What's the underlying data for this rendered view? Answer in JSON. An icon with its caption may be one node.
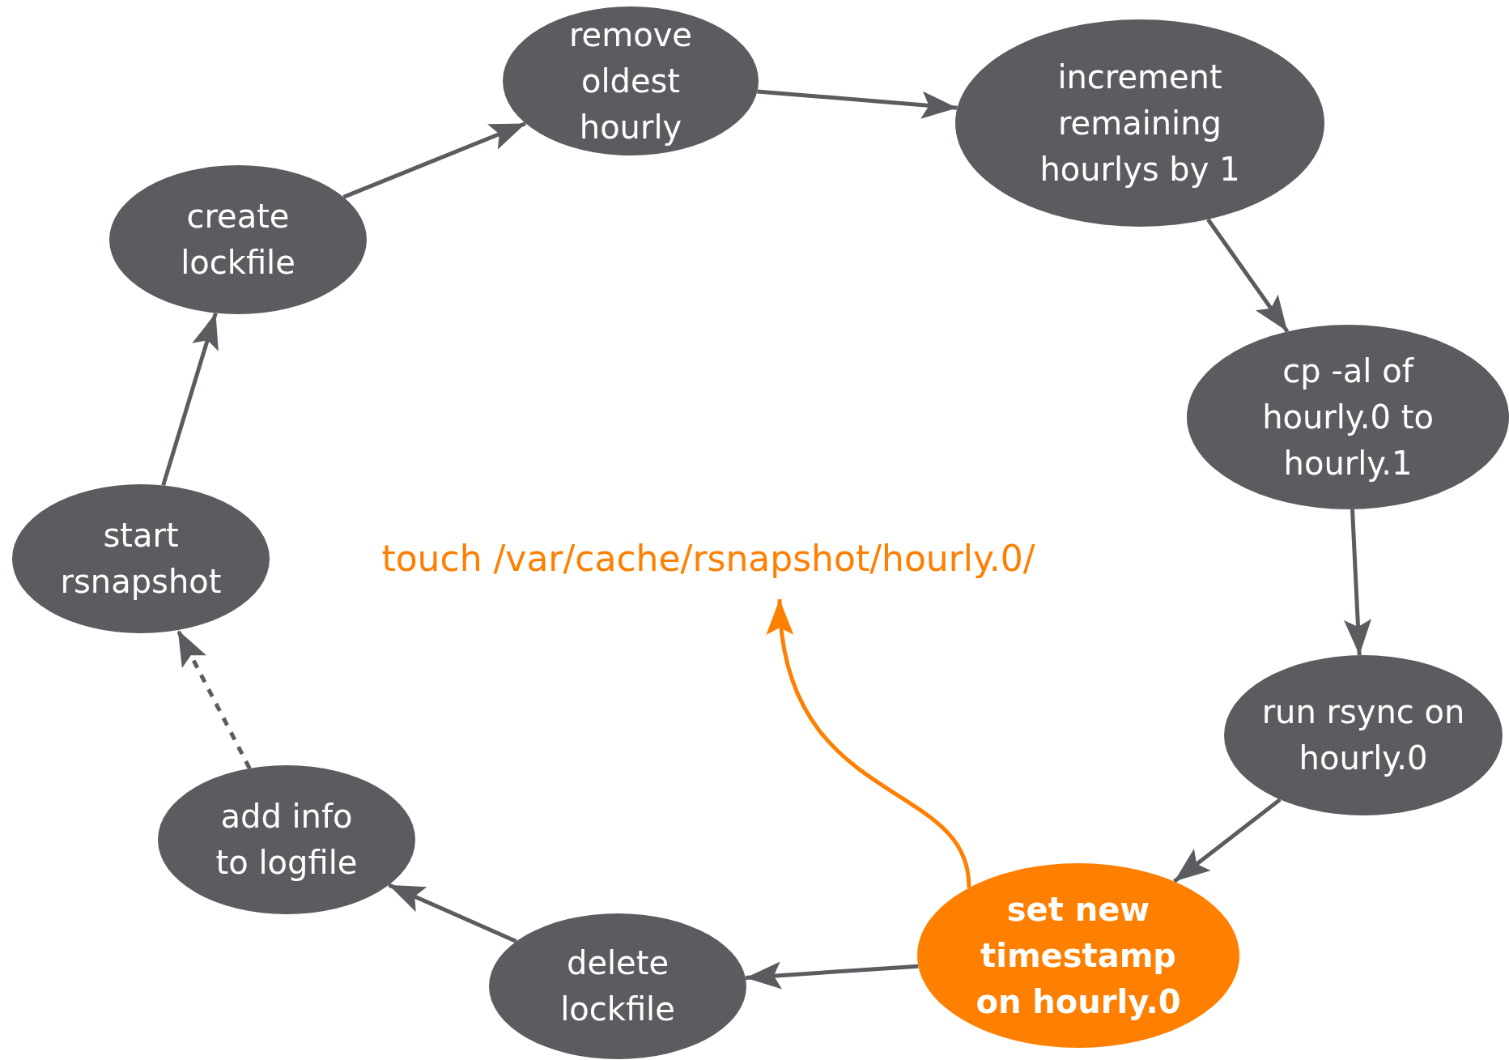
{
  "diagram": {
    "nodes": [
      {
        "text": [
          "remove oldest hourly"
        ]
      },
      {
        "text": [
          "increment remaining hourlys by 1"
        ]
      },
      {
        "text": [
          "create lockfile"
        ]
      },
      {
        "text": [
          "cp -al of hourly.0 to hourly.1"
        ]
      },
      {
        "text": [
          "start rsnapshot"
        ]
      },
      {
        "text": [
          "touch /var/cache/rsnapshot/hourly.0/"
        ]
      },
      {
        "text": [
          "run rsync on hourly.0"
        ]
      },
      {
        "text": [
          "add info to logfile"
        ]
      },
      {
        "text": [
          "set new timestamp on hourly.0"
        ]
      },
      {
        "text": [
          "delete lockfile"
        ]
      }
    ],
    "edges": [
      {
        "from": 4,
        "to": 2,
        "arrow": "to"
      },
      {
        "from": 2,
        "to": 0,
        "arrow": "to"
      },
      {
        "from": 0,
        "to": 1,
        "arrow": "to"
      },
      {
        "from": 1,
        "to": 3,
        "arrow": "to"
      },
      {
        "from": 3,
        "to": 6,
        "arrow": "to"
      },
      {
        "from": 6,
        "to": 8,
        "arrow": "to"
      },
      {
        "from": 8,
        "to": 9,
        "arrow": "to"
      },
      {
        "from": 9,
        "to": 7,
        "arrow": "to"
      },
      {
        "from": 7,
        "to": 4,
        "arrow": "to",
        "style": "dashed"
      },
      {
        "from": 8,
        "to": 5,
        "arrow": "to",
        "color": "#ff7f00"
      }
    ]
  }
}
